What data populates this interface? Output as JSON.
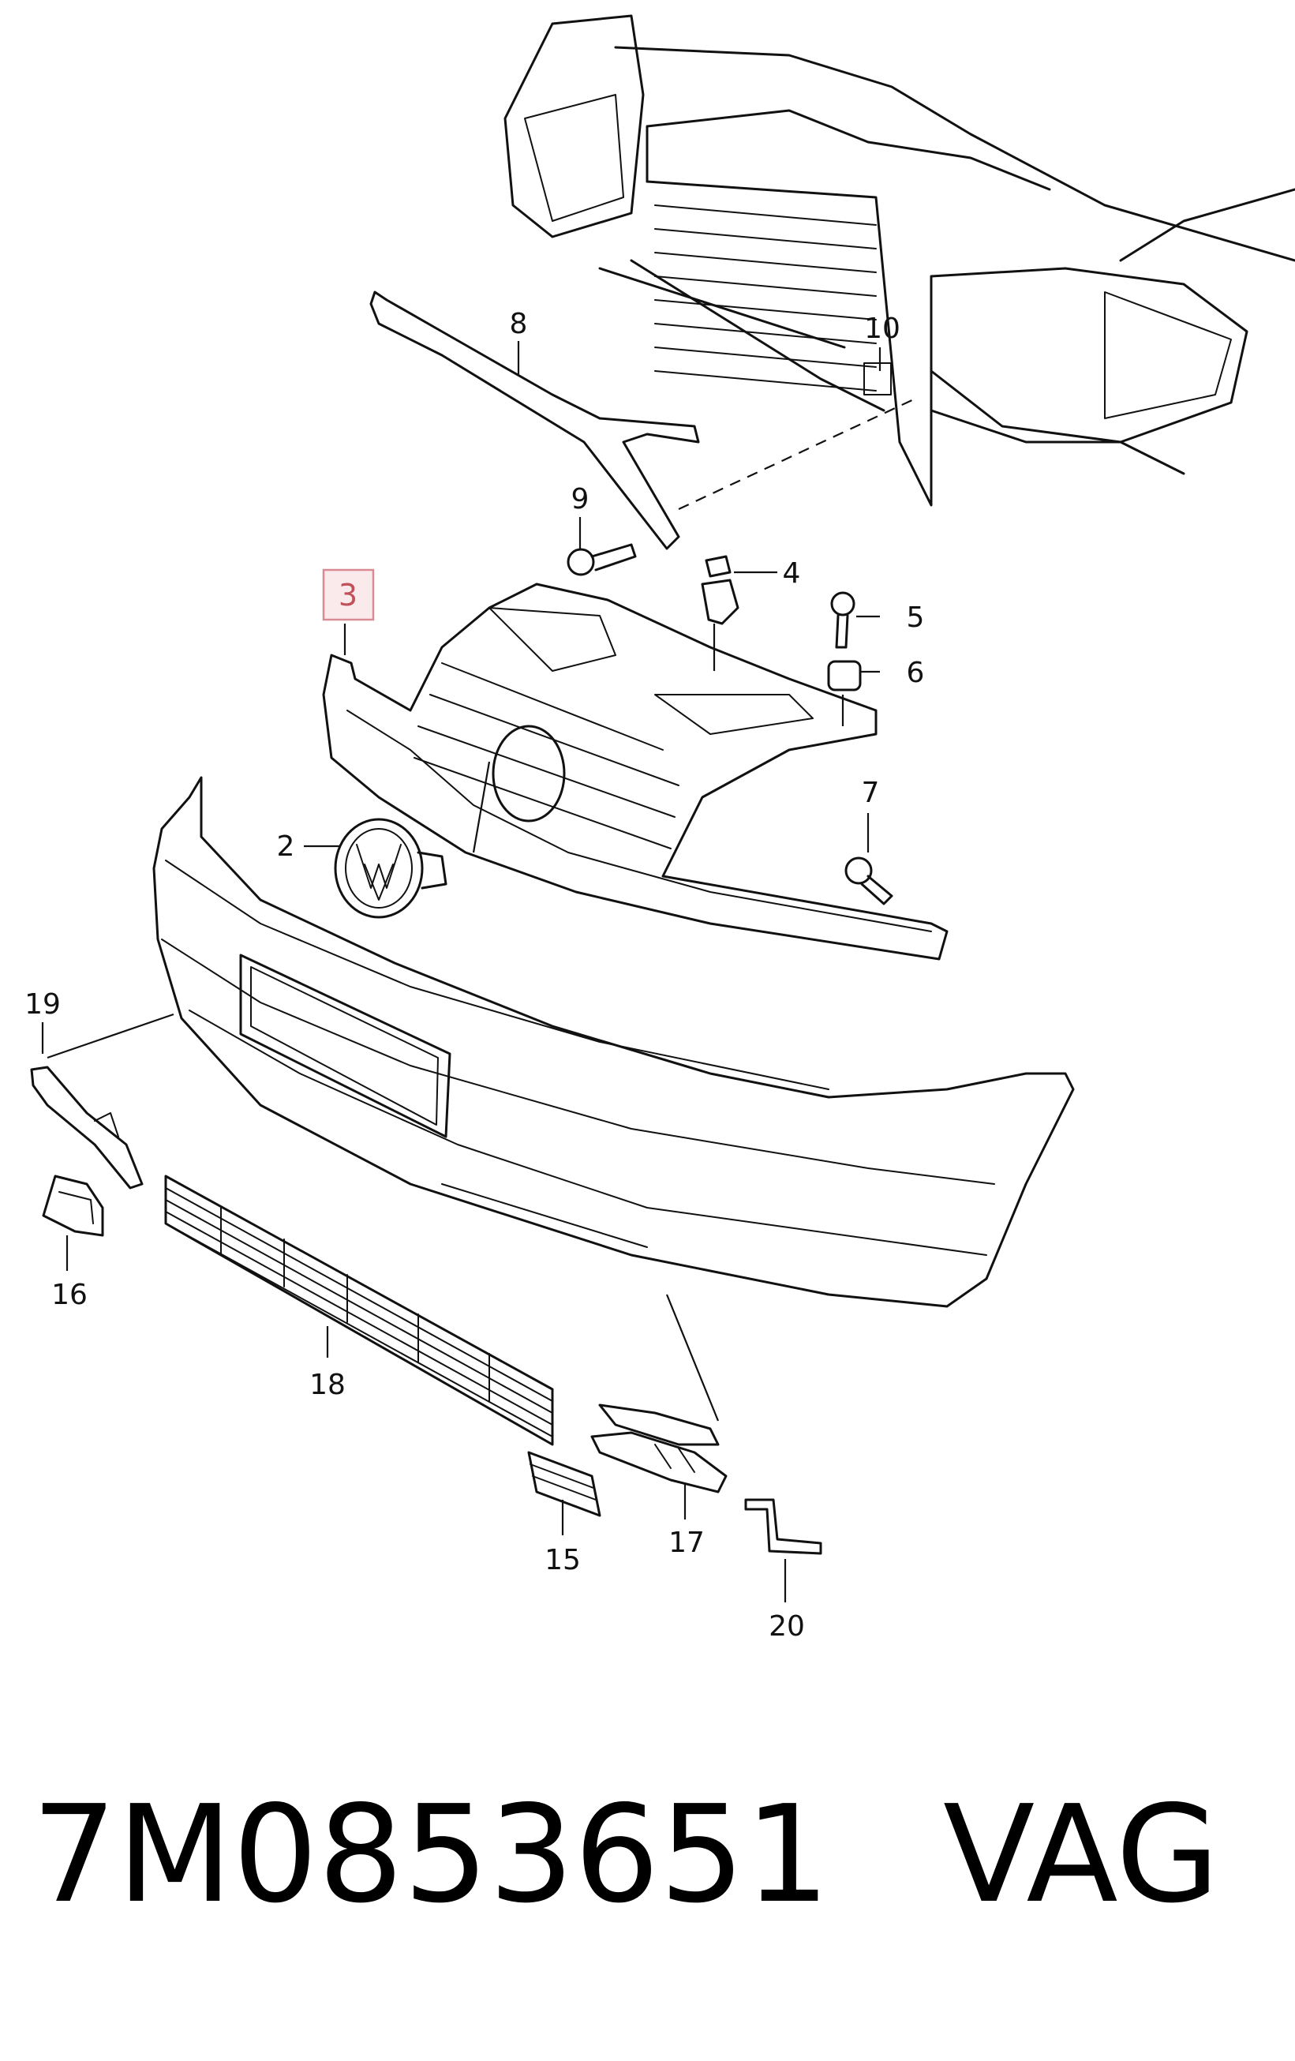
{
  "callouts": [
    "2",
    "3",
    "4",
    "5",
    "6",
    "7",
    "8",
    "9",
    "10",
    "15",
    "16",
    "17",
    "18",
    "19",
    "20"
  ],
  "highlighted_callout": "3",
  "footer": {
    "part_number": "7M0853651",
    "brand": "VAG"
  }
}
